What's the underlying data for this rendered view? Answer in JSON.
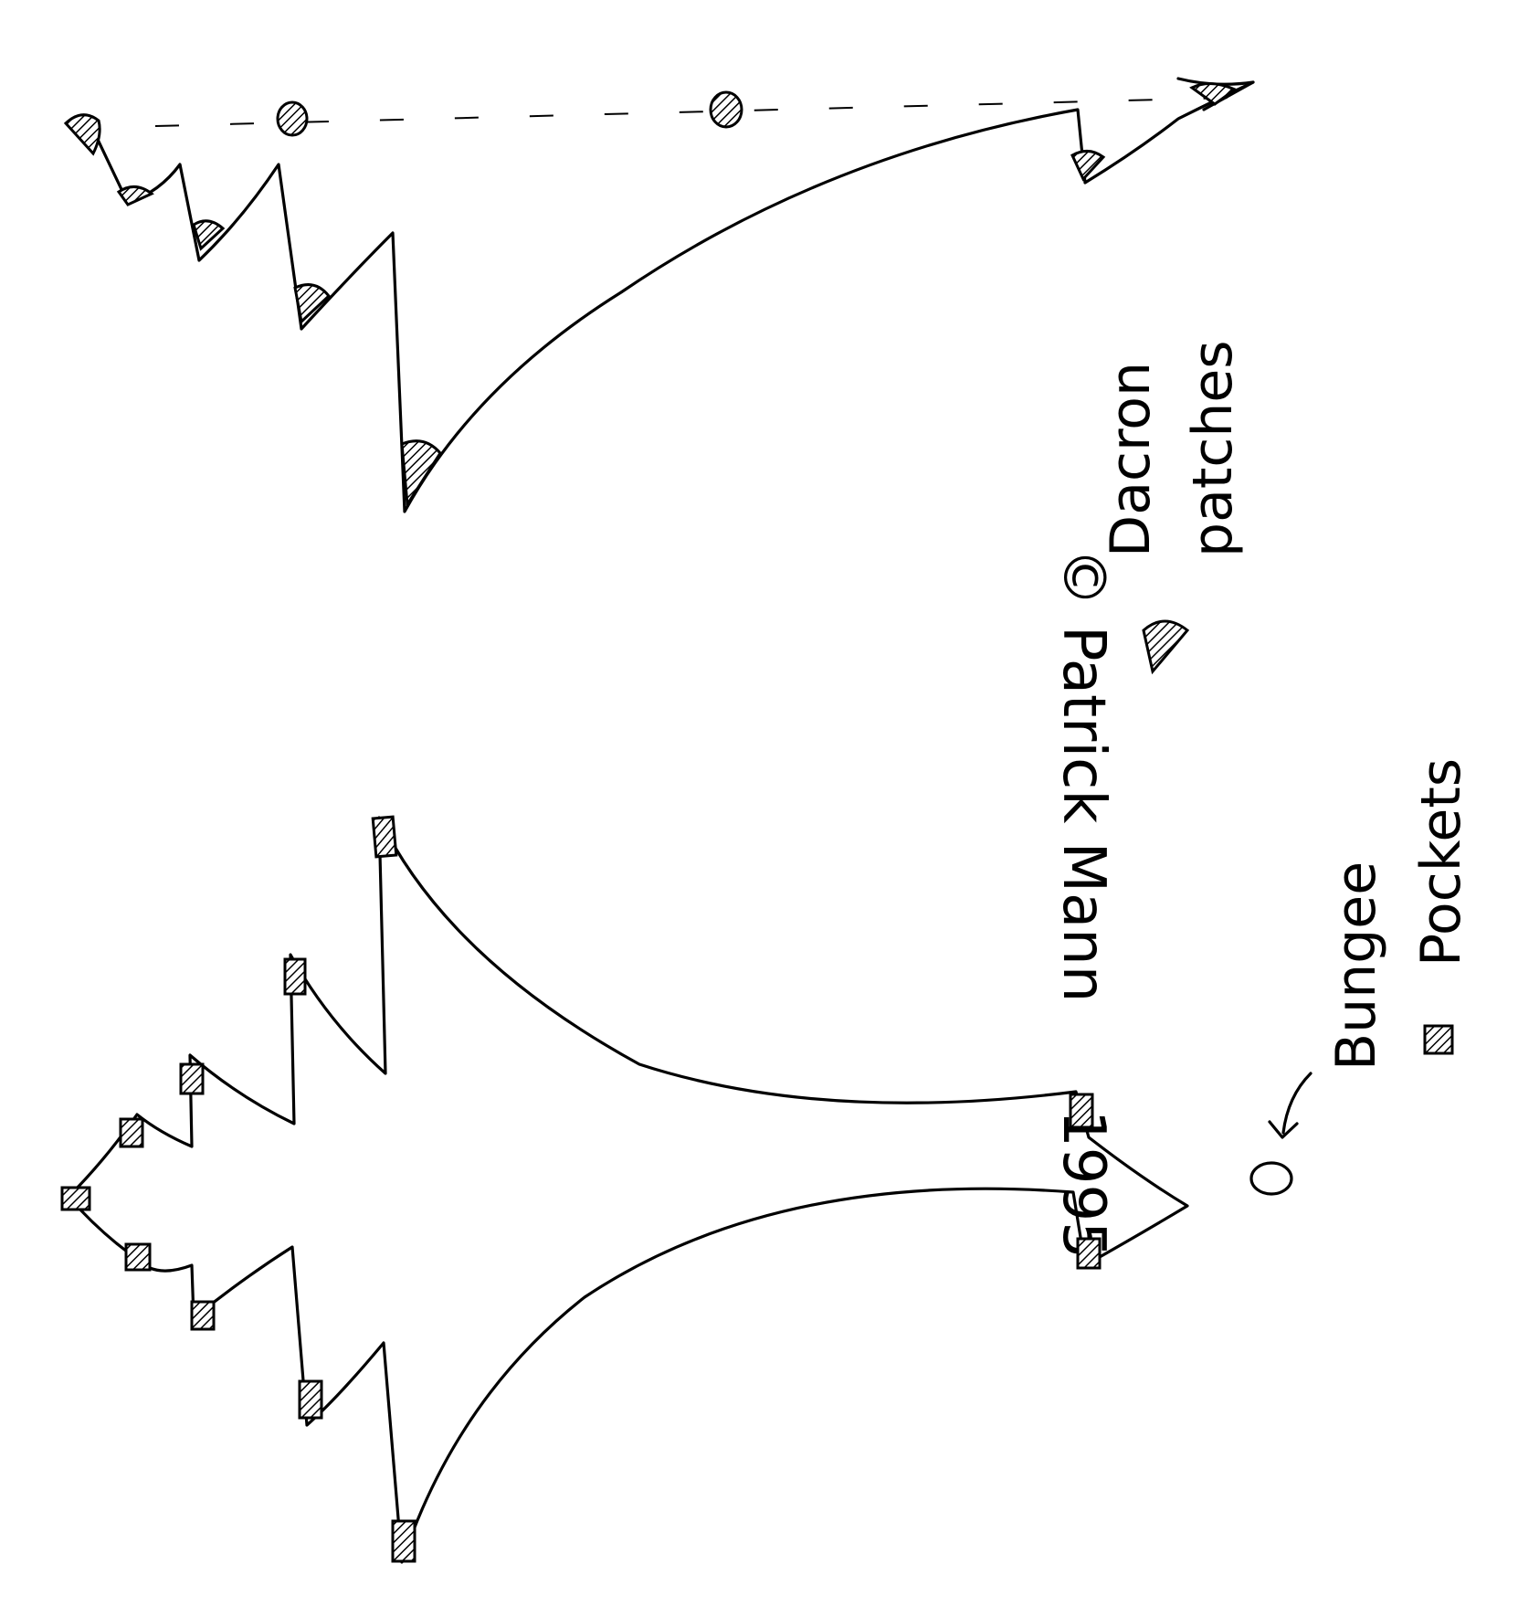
{
  "credit": {
    "author": "Patrick Mann",
    "year": "1995",
    "copyright_symbol": "©"
  },
  "legend": {
    "dacron": {
      "line1": "Dacron",
      "line2": "patches",
      "icon": "hatched-triangle-icon"
    },
    "pockets": {
      "label": "Pockets",
      "icon": "hatched-square-icon"
    },
    "bungee": {
      "label": "Bungee",
      "icon": "arrow-icon"
    }
  },
  "style": {
    "ink": "#000000",
    "paper": "#ffffff"
  }
}
